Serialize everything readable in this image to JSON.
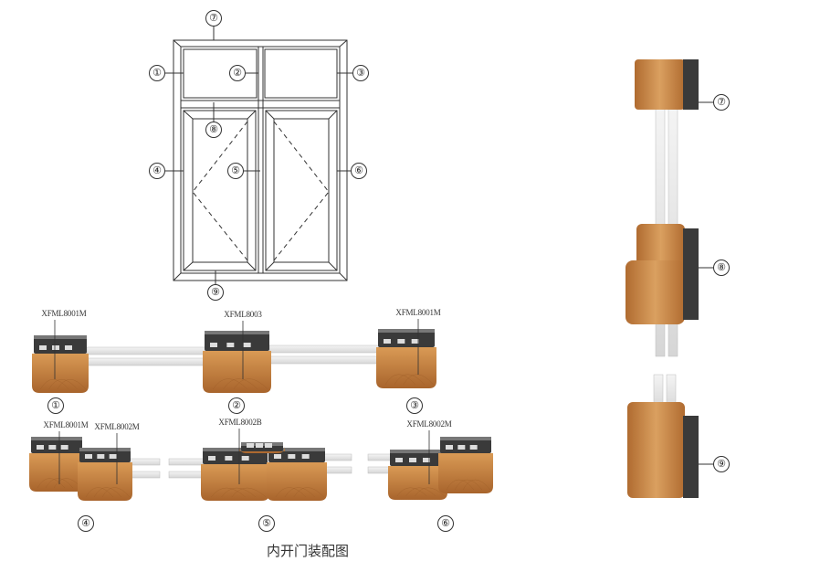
{
  "elevation": {
    "callouts": [
      "①",
      "②",
      "③",
      "④",
      "⑤",
      "⑥",
      "⑦",
      "⑧",
      "⑨"
    ]
  },
  "sections": [
    {
      "number": "①",
      "labels": [
        "XFML8001M"
      ]
    },
    {
      "number": "②",
      "labels": [
        "XFML8003"
      ]
    },
    {
      "number": "③",
      "labels": [
        "XFML8001M"
      ]
    },
    {
      "number": "④",
      "labels": [
        "XFML8001M",
        "XFML8002M"
      ]
    },
    {
      "number": "⑤",
      "labels": [
        "XFML8002B"
      ]
    },
    {
      "number": "⑥",
      "labels": [
        "XFML8002M"
      ]
    }
  ],
  "vertical_section": {
    "callouts": [
      "⑦",
      "⑧",
      "⑨"
    ]
  },
  "caption": "内开门装配图",
  "colors": {
    "wood": "#c98a4a",
    "aluminum": "#3a3a3a",
    "line": "#333333"
  }
}
